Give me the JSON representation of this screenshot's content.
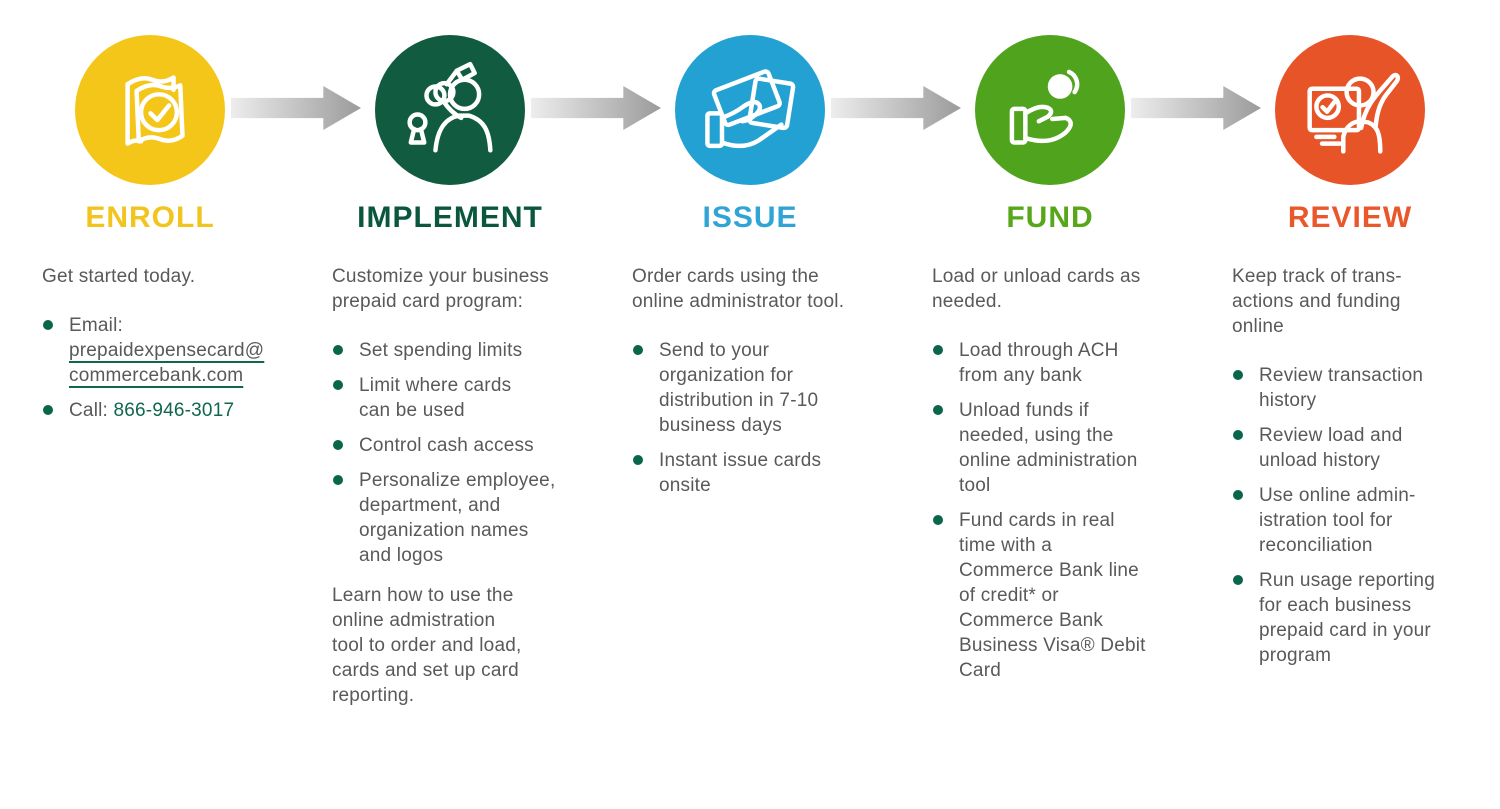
{
  "colors": {
    "background": "#FFFFFF",
    "body_text": "#58595B",
    "bullet_green": "#0A664B",
    "link_green": "#0F674E",
    "arrow_from": "#EDEDED",
    "arrow_to": "#9B9B9B"
  },
  "arrows": {
    "icon": "arrow-right-icon",
    "count": 4,
    "direction": "right"
  },
  "steps": [
    {
      "id": "enroll",
      "title": "ENROLL",
      "circle_color": "#F5C61A",
      "title_color": "#F2C41E",
      "icon": "brochure-check-icon",
      "intro": "Get started today.",
      "bullets": [
        {
          "segments": [
            {
              "text": "Email:\n"
            },
            {
              "text": "prepaidexpensecard@\ncommercebank.com",
              "style": "link",
              "name": "email-link",
              "interactable": true
            }
          ]
        },
        {
          "segments": [
            {
              "text": "Call: "
            },
            {
              "text": "866-946-3017",
              "style": "green",
              "name": "phone-number-link",
              "interactable": true
            }
          ]
        }
      ]
    },
    {
      "id": "implement",
      "title": "IMPLEMENT",
      "circle_color": "#115C41",
      "title_color": "#0B573D",
      "icon": "person-holding-key-icon",
      "intro": "Customize your business\nprepaid card program:",
      "bullets": [
        {
          "segments": [
            {
              "text": "Set spending limits"
            }
          ]
        },
        {
          "segments": [
            {
              "text": "Limit where cards\ncan be used"
            }
          ]
        },
        {
          "segments": [
            {
              "text": "Control cash access"
            }
          ]
        },
        {
          "segments": [
            {
              "text": "Personalize employee,\ndepartment, and\norganization names\nand logos"
            }
          ]
        }
      ],
      "outro": "Learn how to use the\nonline admistration\ntool to order and load,\ncards and set up card\nreporting."
    },
    {
      "id": "issue",
      "title": "ISSUE",
      "circle_color": "#23A1D2",
      "title_color": "#30A4D5",
      "icon": "hand-giving-cards-icon",
      "intro": "Order cards using the\nonline administrator tool.",
      "bullets": [
        {
          "segments": [
            {
              "text": "Send to your\norganization for\ndistribution in 7-10\nbusiness days"
            }
          ]
        },
        {
          "segments": [
            {
              "text": "Instant issue cards\nonsite"
            }
          ]
        }
      ]
    },
    {
      "id": "fund",
      "title": "FUND",
      "circle_color": "#4FA31D",
      "title_color": "#58A71A",
      "icon": "hand-with-coin-icon",
      "intro": "Load or unload cards as\nneeded.",
      "bullets": [
        {
          "segments": [
            {
              "text": "Load through ACH\nfrom any bank"
            }
          ]
        },
        {
          "segments": [
            {
              "text": "Unload funds if\nneeded, using the\nonline administration\ntool"
            }
          ]
        },
        {
          "segments": [
            {
              "text": "Fund cards in real\ntime with a\nCommerce Bank line\nof credit* or\nCommerce Bank\nBusiness Visa® Debit\nCard"
            }
          ]
        }
      ]
    },
    {
      "id": "review",
      "title": "REVIEW",
      "circle_color": "#E65427",
      "title_color": "#E9572B",
      "icon": "person-at-monitor-icon",
      "intro": "Keep track of trans-\nactions and funding\nonline",
      "bullets": [
        {
          "segments": [
            {
              "text": "Review transaction\nhistory"
            }
          ]
        },
        {
          "segments": [
            {
              "text": "Review load and\nunload history"
            }
          ]
        },
        {
          "segments": [
            {
              "text": "Use online admin-\nistration tool for\nreconciliation"
            }
          ]
        },
        {
          "segments": [
            {
              "text": "Run usage reporting\nfor each business\nprepaid card in your\nprogram"
            }
          ]
        }
      ]
    }
  ]
}
